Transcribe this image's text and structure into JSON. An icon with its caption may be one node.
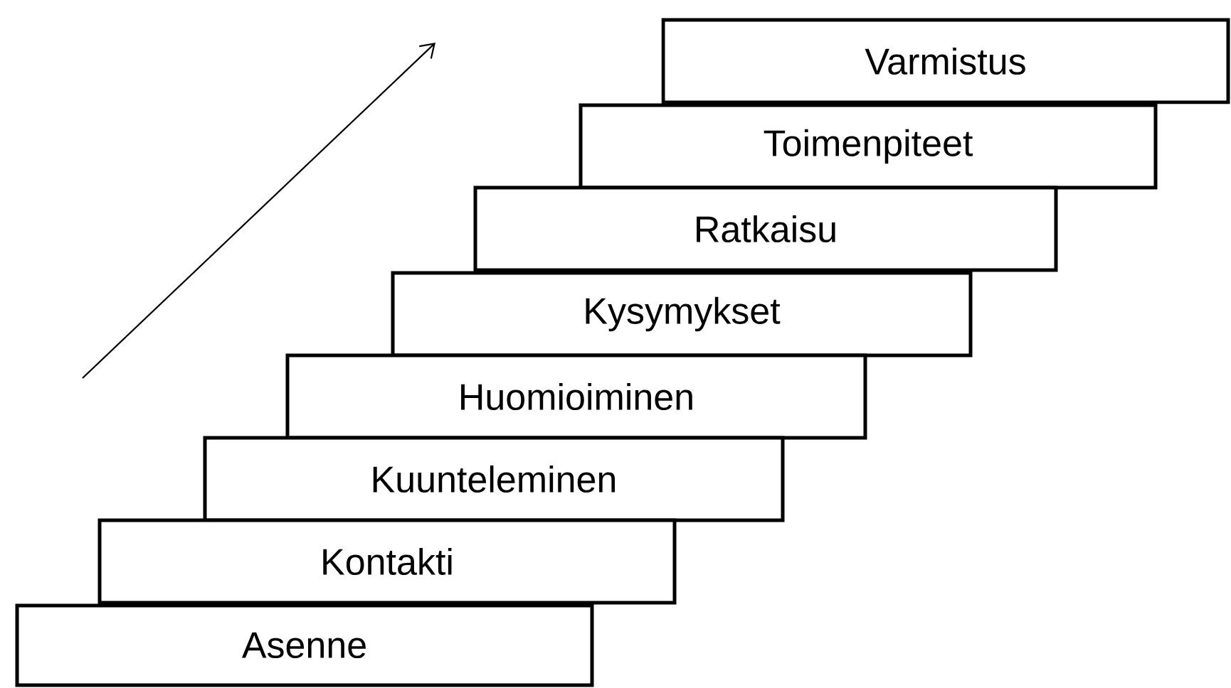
{
  "diagram": {
    "nodes": [
      {
        "text": [
          "Varmistus"
        ]
      },
      {
        "text": [
          "Toimenpiteet"
        ]
      },
      {
        "text": [
          "Ratkaisu"
        ]
      },
      {
        "text": [
          "Kysymykset"
        ]
      },
      {
        "text": [
          "Huomioiminen"
        ]
      },
      {
        "text": [
          "Kuunteleminen"
        ]
      },
      {
        "text": [
          "Kontakti"
        ]
      },
      {
        "text": [
          "Asenne"
        ]
      }
    ]
  }
}
